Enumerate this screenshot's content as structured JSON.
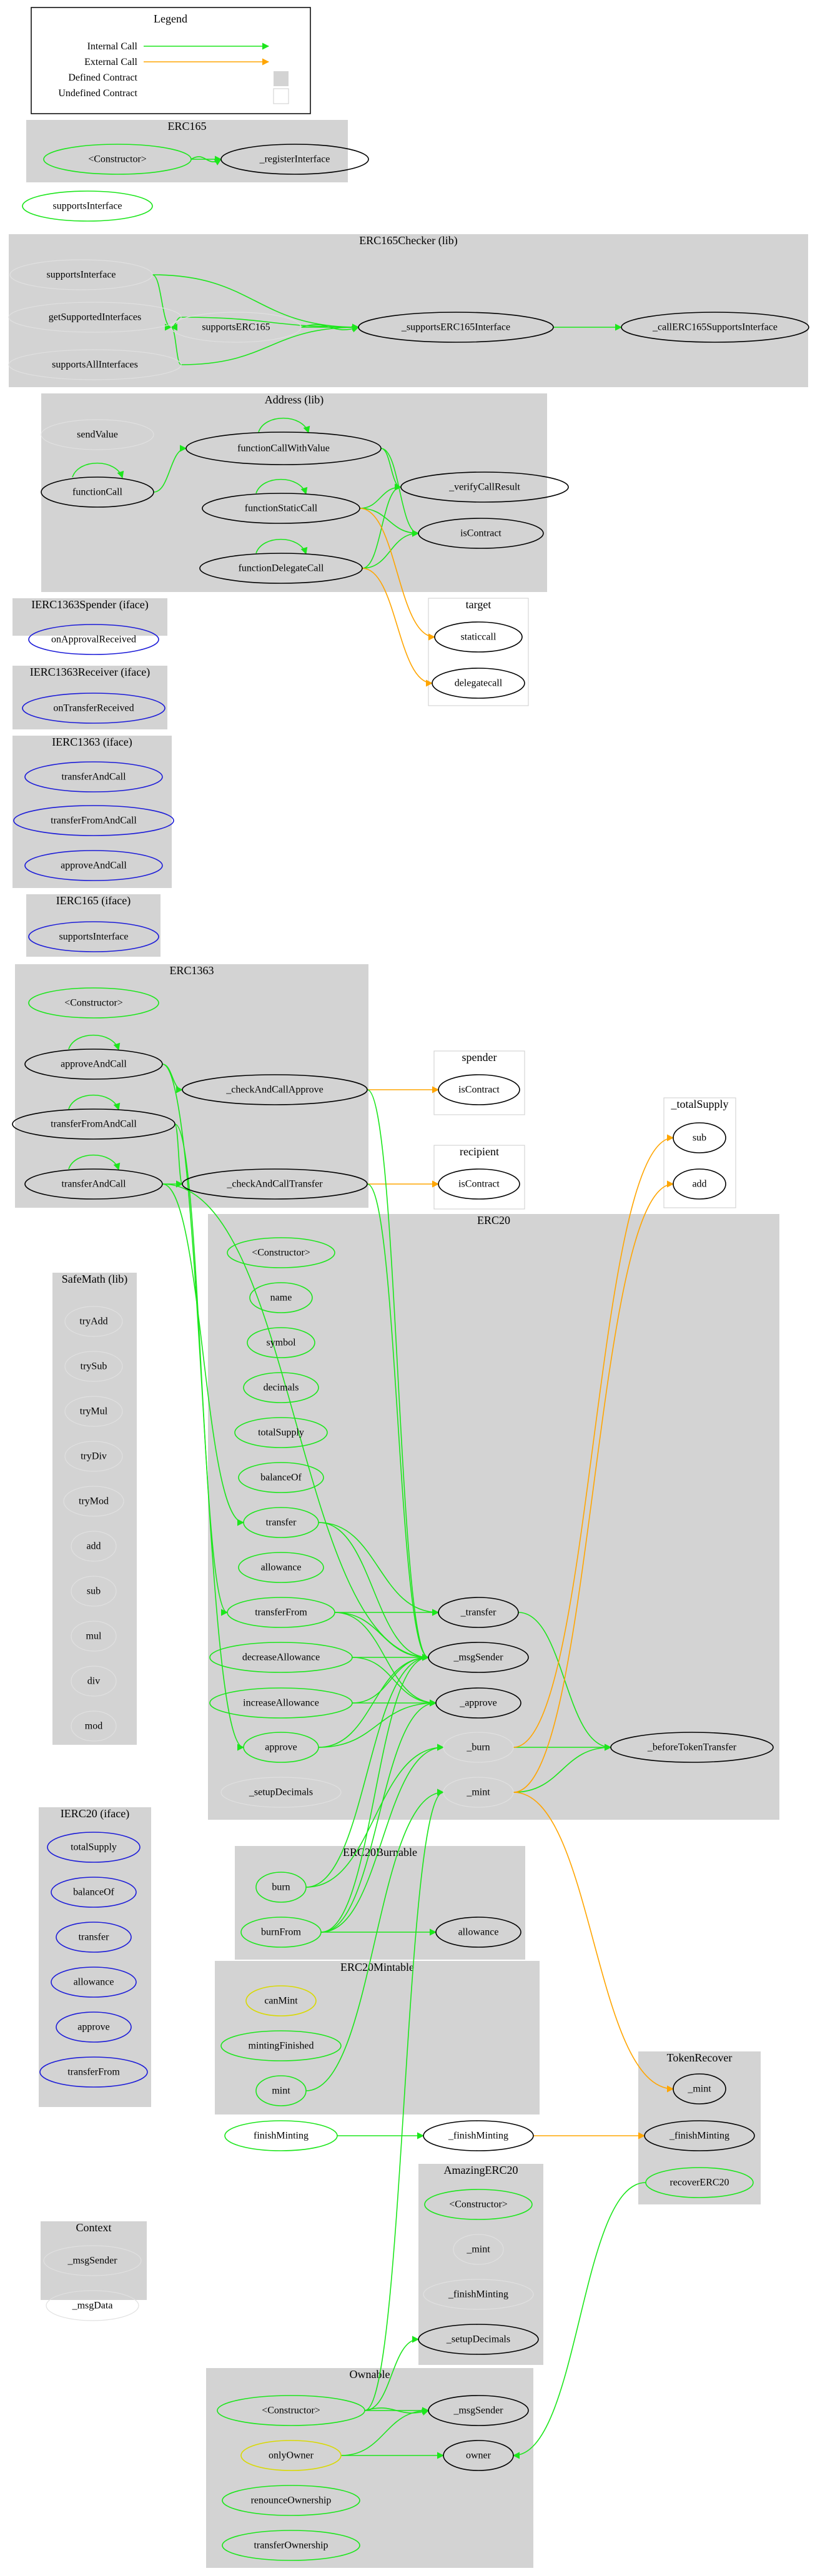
{
  "colors": {
    "internal": "#1ce61c",
    "external": "#ffa500",
    "defined": "#000000",
    "undefined": "#e0e0e0",
    "iface": "#1c1cd8",
    "modifier": "#d9d900",
    "cluster": "#d3d3d3"
  },
  "legend": {
    "title": "Legend",
    "internal": "Internal Call",
    "external": "External Call",
    "defined": "Defined Contract",
    "undefined": "Undefined Contract"
  },
  "clusters": [
    {
      "id": "erc165",
      "label": "ERC165"
    },
    {
      "id": "checker",
      "label": "ERC165Checker  (lib)"
    },
    {
      "id": "address",
      "label": "Address  (lib)"
    },
    {
      "id": "target",
      "label": "target"
    },
    {
      "id": "spenderIface",
      "label": "IERC1363Spender  (iface)"
    },
    {
      "id": "receiverIface",
      "label": "IERC1363Receiver  (iface)"
    },
    {
      "id": "ierc1363",
      "label": "IERC1363  (iface)"
    },
    {
      "id": "ierc165",
      "label": "IERC165  (iface)"
    },
    {
      "id": "erc1363",
      "label": "ERC1363"
    },
    {
      "id": "spender",
      "label": "spender"
    },
    {
      "id": "recipient",
      "label": "recipient"
    },
    {
      "id": "totalSupplyC",
      "label": "_totalSupply"
    },
    {
      "id": "erc20",
      "label": "ERC20"
    },
    {
      "id": "safemath",
      "label": "SafeMath  (lib)"
    },
    {
      "id": "ierc20",
      "label": "IERC20  (iface)"
    },
    {
      "id": "burnable",
      "label": "ERC20Burnable"
    },
    {
      "id": "mintable",
      "label": "ERC20Mintable"
    },
    {
      "id": "recover",
      "label": "TokenRecover"
    },
    {
      "id": "amazing",
      "label": "AmazingERC20"
    },
    {
      "id": "context",
      "label": "Context"
    },
    {
      "id": "ownable",
      "label": "Ownable"
    }
  ],
  "nodes": [
    {
      "id": "e165_ctor",
      "label": "<Constructor>",
      "kind": "internal"
    },
    {
      "id": "e165_reg",
      "label": "_registerInterface",
      "kind": "defined"
    },
    {
      "id": "e165_sup",
      "label": "supportsInterface",
      "kind": "internal"
    },
    {
      "id": "c_supI",
      "label": "supportsInterface",
      "kind": "undefined"
    },
    {
      "id": "c_getS",
      "label": "getSupportedInterfaces",
      "kind": "undefined"
    },
    {
      "id": "c_supA",
      "label": "supportsAllInterfaces",
      "kind": "undefined"
    },
    {
      "id": "c_sup165",
      "label": "supportsERC165",
      "kind": "undefined"
    },
    {
      "id": "c__sup",
      "label": "_supportsERC165Interface",
      "kind": "defined"
    },
    {
      "id": "c__call",
      "label": "_callERC165SupportsInterface",
      "kind": "defined"
    },
    {
      "id": "a_send",
      "label": "sendValue",
      "kind": "undefined"
    },
    {
      "id": "a_fcv",
      "label": "functionCallWithValue",
      "kind": "defined"
    },
    {
      "id": "a_fc",
      "label": "functionCall",
      "kind": "defined"
    },
    {
      "id": "a_fsc",
      "label": "functionStaticCall",
      "kind": "defined"
    },
    {
      "id": "a_fdc",
      "label": "functionDelegateCall",
      "kind": "defined"
    },
    {
      "id": "a_verify",
      "label": "_verifyCallResult",
      "kind": "defined"
    },
    {
      "id": "a_isc",
      "label": "isContract",
      "kind": "defined"
    },
    {
      "id": "t_static",
      "label": "staticcall",
      "kind": "defined"
    },
    {
      "id": "t_deleg",
      "label": "delegatecall",
      "kind": "defined"
    },
    {
      "id": "s_onAppr",
      "label": "onApprovalReceived",
      "kind": "iface"
    },
    {
      "id": "r_onTrans",
      "label": "onTransferReceived",
      "kind": "iface"
    },
    {
      "id": "i1363_tac",
      "label": "transferAndCall",
      "kind": "iface"
    },
    {
      "id": "i1363_tfac",
      "label": "transferFromAndCall",
      "kind": "iface"
    },
    {
      "id": "i1363_aac",
      "label": "approveAndCall",
      "kind": "iface"
    },
    {
      "id": "i165_sup",
      "label": "supportsInterface",
      "kind": "iface"
    },
    {
      "id": "e1363_ctor",
      "label": "<Constructor>",
      "kind": "internal"
    },
    {
      "id": "e1363_aac",
      "label": "approveAndCall",
      "kind": "defined"
    },
    {
      "id": "e1363_tfac",
      "label": "transferFromAndCall",
      "kind": "defined"
    },
    {
      "id": "e1363_tac",
      "label": "transferAndCall",
      "kind": "defined"
    },
    {
      "id": "e1363_cApp",
      "label": "_checkAndCallApprove",
      "kind": "defined"
    },
    {
      "id": "e1363_cTr",
      "label": "_checkAndCallTransfer",
      "kind": "defined"
    },
    {
      "id": "sp_isc",
      "label": "isContract",
      "kind": "defined"
    },
    {
      "id": "rc_isc",
      "label": "isContract",
      "kind": "defined"
    },
    {
      "id": "ts_sub",
      "label": "sub",
      "kind": "defined"
    },
    {
      "id": "ts_add",
      "label": "add",
      "kind": "defined"
    },
    {
      "id": "e20_ctor",
      "label": "<Constructor>",
      "kind": "internal"
    },
    {
      "id": "e20_name",
      "label": "name",
      "kind": "internal"
    },
    {
      "id": "e20_symbol",
      "label": "symbol",
      "kind": "internal"
    },
    {
      "id": "e20_decimals",
      "label": "decimals",
      "kind": "internal"
    },
    {
      "id": "e20_ts",
      "label": "totalSupply",
      "kind": "internal"
    },
    {
      "id": "e20_bal",
      "label": "balanceOf",
      "kind": "internal"
    },
    {
      "id": "e20_transfer",
      "label": "transfer",
      "kind": "internal"
    },
    {
      "id": "e20_allow",
      "label": "allowance",
      "kind": "internal"
    },
    {
      "id": "e20_tf",
      "label": "transferFrom",
      "kind": "internal"
    },
    {
      "id": "e20_dec",
      "label": "decreaseAllowance",
      "kind": "internal"
    },
    {
      "id": "e20_inc",
      "label": "increaseAllowance",
      "kind": "internal"
    },
    {
      "id": "e20_approve",
      "label": "approve",
      "kind": "internal"
    },
    {
      "id": "e20_setD",
      "label": "_setupDecimals",
      "kind": "undefined"
    },
    {
      "id": "e20__tr",
      "label": "_transfer",
      "kind": "defined"
    },
    {
      "id": "e20__msg",
      "label": "_msgSender",
      "kind": "defined"
    },
    {
      "id": "e20__app",
      "label": "_approve",
      "kind": "defined"
    },
    {
      "id": "e20__burn",
      "label": "_burn",
      "kind": "undefined"
    },
    {
      "id": "e20__mint",
      "label": "_mint",
      "kind": "undefined"
    },
    {
      "id": "e20__before",
      "label": "_beforeTokenTransfer",
      "kind": "defined"
    },
    {
      "id": "sm_tryAdd",
      "label": "tryAdd",
      "kind": "undefined"
    },
    {
      "id": "sm_trySub",
      "label": "trySub",
      "kind": "undefined"
    },
    {
      "id": "sm_tryMul",
      "label": "tryMul",
      "kind": "undefined"
    },
    {
      "id": "sm_tryDiv",
      "label": "tryDiv",
      "kind": "undefined"
    },
    {
      "id": "sm_tryMod",
      "label": "tryMod",
      "kind": "undefined"
    },
    {
      "id": "sm_add",
      "label": "add",
      "kind": "undefined"
    },
    {
      "id": "sm_sub",
      "label": "sub",
      "kind": "undefined"
    },
    {
      "id": "sm_mul",
      "label": "mul",
      "kind": "undefined"
    },
    {
      "id": "sm_div",
      "label": "div",
      "kind": "undefined"
    },
    {
      "id": "sm_mod",
      "label": "mod",
      "kind": "undefined"
    },
    {
      "id": "i20_ts",
      "label": "totalSupply",
      "kind": "iface"
    },
    {
      "id": "i20_bal",
      "label": "balanceOf",
      "kind": "iface"
    },
    {
      "id": "i20_tr",
      "label": "transfer",
      "kind": "iface"
    },
    {
      "id": "i20_allow",
      "label": "allowance",
      "kind": "iface"
    },
    {
      "id": "i20_app",
      "label": "approve",
      "kind": "iface"
    },
    {
      "id": "i20_tf",
      "label": "transferFrom",
      "kind": "iface"
    },
    {
      "id": "b_burn",
      "label": "burn",
      "kind": "internal"
    },
    {
      "id": "b_burnFrom",
      "label": "burnFrom",
      "kind": "internal"
    },
    {
      "id": "b_allow",
      "label": "allowance",
      "kind": "defined"
    },
    {
      "id": "m_canMint",
      "label": "canMint",
      "kind": "modifier"
    },
    {
      "id": "m_finished",
      "label": "mintingFinished",
      "kind": "internal"
    },
    {
      "id": "m_mint",
      "label": "mint",
      "kind": "internal"
    },
    {
      "id": "m_finish",
      "label": "finishMinting",
      "kind": "internal"
    },
    {
      "id": "m__finish",
      "label": "_finishMinting",
      "kind": "defined"
    },
    {
      "id": "tr_mint",
      "label": "_mint",
      "kind": "defined"
    },
    {
      "id": "tr_finish",
      "label": "_finishMinting",
      "kind": "defined"
    },
    {
      "id": "tr_recover",
      "label": "recoverERC20",
      "kind": "internal"
    },
    {
      "id": "am_ctor",
      "label": "<Constructor>",
      "kind": "internal"
    },
    {
      "id": "am_mint",
      "label": "_mint",
      "kind": "undefined"
    },
    {
      "id": "am_finish",
      "label": "_finishMinting",
      "kind": "undefined"
    },
    {
      "id": "am_setD",
      "label": "_setupDecimals",
      "kind": "defined"
    },
    {
      "id": "cx_msgS",
      "label": "_msgSender",
      "kind": "undefined"
    },
    {
      "id": "cx_msgD",
      "label": "_msgData",
      "kind": "undefined"
    },
    {
      "id": "ow_ctor",
      "label": "<Constructor>",
      "kind": "internal"
    },
    {
      "id": "ow_only",
      "label": "onlyOwner",
      "kind": "modifier"
    },
    {
      "id": "ow_renounce",
      "label": "renounceOwnership",
      "kind": "internal"
    },
    {
      "id": "ow_transfer",
      "label": "transferOwnership",
      "kind": "internal"
    },
    {
      "id": "ow__msg",
      "label": "_msgSender",
      "kind": "defined"
    },
    {
      "id": "ow_owner",
      "label": "owner",
      "kind": "defined"
    }
  ],
  "edges": [
    {
      "from": "e165_ctor",
      "to": "e165_reg",
      "type": "internal"
    },
    {
      "from": "e165_ctor",
      "to": "e165_reg",
      "type": "internal"
    },
    {
      "from": "c_supI",
      "to": "c_sup165",
      "type": "internal"
    },
    {
      "from": "c_supI",
      "to": "c__sup",
      "type": "internal"
    },
    {
      "from": "c_getS",
      "to": "c_sup165",
      "type": "internal"
    },
    {
      "from": "c_getS",
      "to": "c__sup",
      "type": "internal"
    },
    {
      "from": "c_supA",
      "to": "c_sup165",
      "type": "internal"
    },
    {
      "from": "c_supA",
      "to": "c__sup",
      "type": "internal"
    },
    {
      "from": "c_sup165",
      "to": "c__sup",
      "type": "internal"
    },
    {
      "from": "c_sup165",
      "to": "c__sup",
      "type": "internal"
    },
    {
      "from": "c__sup",
      "to": "c__call",
      "type": "internal"
    },
    {
      "from": "a_fcv",
      "to": "a_fcv",
      "type": "internal",
      "self": true
    },
    {
      "from": "a_fc",
      "to": "a_fc",
      "type": "internal",
      "self": true
    },
    {
      "from": "a_fc",
      "to": "a_fcv",
      "type": "internal"
    },
    {
      "from": "a_fcv",
      "to": "a_verify",
      "type": "internal"
    },
    {
      "from": "a_fcv",
      "to": "a_isc",
      "type": "internal"
    },
    {
      "from": "a_fsc",
      "to": "a_fsc",
      "type": "internal",
      "self": true
    },
    {
      "from": "a_fsc",
      "to": "a_verify",
      "type": "internal"
    },
    {
      "from": "a_fsc",
      "to": "a_isc",
      "type": "internal"
    },
    {
      "from": "a_fdc",
      "to": "a_fdc",
      "type": "internal",
      "self": true
    },
    {
      "from": "a_fdc",
      "to": "a_verify",
      "type": "internal"
    },
    {
      "from": "a_fdc",
      "to": "a_isc",
      "type": "internal"
    },
    {
      "from": "a_fsc",
      "to": "t_static",
      "type": "external"
    },
    {
      "from": "a_fdc",
      "to": "t_deleg",
      "type": "external"
    },
    {
      "from": "e1363_aac",
      "to": "e1363_aac",
      "type": "internal",
      "self": true
    },
    {
      "from": "e1363_tfac",
      "to": "e1363_tfac",
      "type": "internal",
      "self": true
    },
    {
      "from": "e1363_tac",
      "to": "e1363_tac",
      "type": "internal",
      "self": true
    },
    {
      "from": "e1363_aac",
      "to": "e1363_cApp",
      "type": "internal"
    },
    {
      "from": "e1363_tfac",
      "to": "e1363_cTr",
      "type": "internal"
    },
    {
      "from": "e1363_tac",
      "to": "e1363_cTr",
      "type": "internal"
    },
    {
      "from": "e1363_cApp",
      "to": "sp_isc",
      "type": "external"
    },
    {
      "from": "e1363_cTr",
      "to": "rc_isc",
      "type": "external"
    },
    {
      "from": "e1363_aac",
      "to": "e20_approve",
      "type": "internal"
    },
    {
      "from": "e1363_tfac",
      "to": "e20_tf",
      "type": "internal"
    },
    {
      "from": "e1363_tac",
      "to": "e20_transfer",
      "type": "internal"
    },
    {
      "from": "e1363_tac",
      "to": "e20__msg",
      "type": "internal"
    },
    {
      "from": "e1363_cApp",
      "to": "e20__msg",
      "type": "internal"
    },
    {
      "from": "e1363_cTr",
      "to": "e20__msg",
      "type": "internal"
    },
    {
      "from": "e20_transfer",
      "to": "e20__tr",
      "type": "internal"
    },
    {
      "from": "e20_transfer",
      "to": "e20__msg",
      "type": "internal"
    },
    {
      "from": "e20_tf",
      "to": "e20__tr",
      "type": "internal"
    },
    {
      "from": "e20_tf",
      "to": "e20__app",
      "type": "internal"
    },
    {
      "from": "e20_tf",
      "to": "e20__msg",
      "type": "internal"
    },
    {
      "from": "e20_dec",
      "to": "e20__app",
      "type": "internal"
    },
    {
      "from": "e20_dec",
      "to": "e20__msg",
      "type": "internal"
    },
    {
      "from": "e20_inc",
      "to": "e20__app",
      "type": "internal"
    },
    {
      "from": "e20_inc",
      "to": "e20__msg",
      "type": "internal"
    },
    {
      "from": "e20_approve",
      "to": "e20__app",
      "type": "internal"
    },
    {
      "from": "e20_approve",
      "to": "e20__msg",
      "type": "internal"
    },
    {
      "from": "e20__tr",
      "to": "e20__before",
      "type": "internal"
    },
    {
      "from": "e20__burn",
      "to": "e20__before",
      "type": "internal"
    },
    {
      "from": "e20__mint",
      "to": "e20__before",
      "type": "internal"
    },
    {
      "from": "e20__burn",
      "to": "ts_sub",
      "type": "external"
    },
    {
      "from": "e20__mint",
      "to": "ts_add",
      "type": "external"
    },
    {
      "from": "e20__mint",
      "to": "tr_mint",
      "type": "external"
    },
    {
      "from": "b_burn",
      "to": "e20__burn",
      "type": "internal"
    },
    {
      "from": "b_burn",
      "to": "e20__msg",
      "type": "internal"
    },
    {
      "from": "b_burnFrom",
      "to": "e20__burn",
      "type": "internal"
    },
    {
      "from": "b_burnFrom",
      "to": "e20__app",
      "type": "internal"
    },
    {
      "from": "b_burnFrom",
      "to": "e20__msg",
      "type": "internal"
    },
    {
      "from": "b_burnFrom",
      "to": "b_allow",
      "type": "internal"
    },
    {
      "from": "m_mint",
      "to": "e20__mint",
      "type": "internal"
    },
    {
      "from": "m_finish",
      "to": "m__finish",
      "type": "internal"
    },
    {
      "from": "m__finish",
      "to": "tr_finish",
      "type": "external"
    },
    {
      "from": "tr_recover",
      "to": "ow_owner",
      "type": "internal"
    },
    {
      "from": "ow_ctor",
      "to": "ow__msg",
      "type": "internal"
    },
    {
      "from": "ow_ctor",
      "to": "ow__msg",
      "type": "internal"
    },
    {
      "from": "ow_only",
      "to": "ow__msg",
      "type": "internal"
    },
    {
      "from": "ow_only",
      "to": "ow_owner",
      "type": "internal"
    },
    {
      "from": "ow_ctor",
      "to": "am_setD",
      "type": "internal"
    },
    {
      "from": "ow_ctor",
      "to": "e20__mint",
      "type": "internal"
    }
  ]
}
